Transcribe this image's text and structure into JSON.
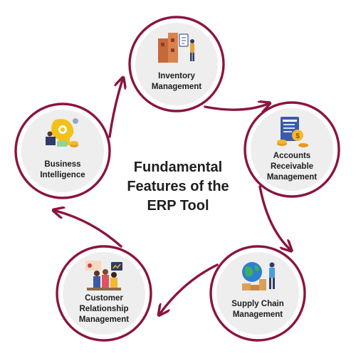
{
  "title_lines": [
    "Fundamental",
    "Features of the",
    "ERP Tool"
  ],
  "colors": {
    "ring": "#8b1440",
    "disc": "#eeeeee",
    "text": "#1f1f1f"
  },
  "features": [
    {
      "id": "inventory",
      "lines": [
        "Inventory",
        "Management"
      ],
      "icon": "warehouse-boxes-clipboard-icon"
    },
    {
      "id": "accounts",
      "lines": [
        "Accounts",
        "Receivable",
        "Management"
      ],
      "icon": "invoice-coins-icon"
    },
    {
      "id": "supply",
      "lines": [
        "Supply Chain",
        "Management"
      ],
      "icon": "globe-worker-boxes-icon"
    },
    {
      "id": "crm",
      "lines": [
        "Customer",
        "Relationship",
        "Management"
      ],
      "icon": "team-meeting-icon"
    },
    {
      "id": "bi",
      "lines": [
        "Business",
        "Intelligence"
      ],
      "icon": "head-gears-analytics-icon"
    }
  ]
}
